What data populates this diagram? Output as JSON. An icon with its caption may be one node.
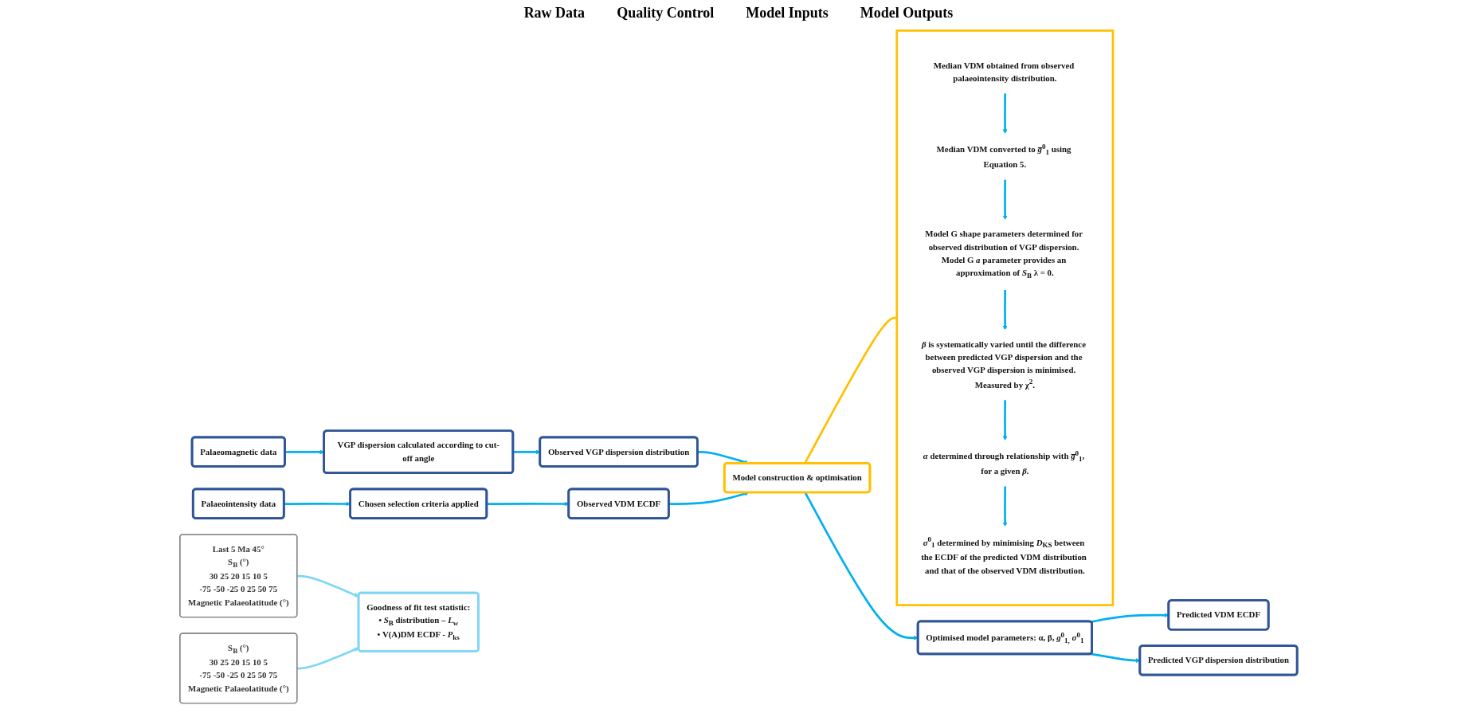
{
  "diagram": {
    "nodes": [
      {
        "text": [
          "Palaeomagnetic data"
        ]
      },
      {
        "text": [
          "VGP dispersion calculated according to cut-off angle"
        ]
      },
      {
        "text": [
          "Observed VGP dispersion distribution"
        ]
      },
      {
        "text": [
          "Palaeointensity data"
        ]
      },
      {
        "text": [
          "Chosen selection criteria applied"
        ]
      },
      {
        "text": [
          "Observed VDM ECDF"
        ]
      },
      {
        "text": [
          "Last 5 Ma 45°",
          "S$_{B}$ (°)",
          "30 25 20 15 10 5",
          "-75 -50 -25 0 25 50 75",
          "Magnetic Palaeolatitude (°)"
        ]
      },
      {
        "text": [
          "Model construction & optimisation"
        ]
      },
      {
        "text": [],
        "shape": "box"
      },
      {
        "text": [
          "Median VDM obtained from observed palaeointensity distribution."
        ],
        "in": 8
      },
      {
        "text": [
          "Median VDM converted to *g̅*$^{0}$$_{1}$ using Equation 5."
        ],
        "in": 8
      },
      {
        "text": [
          "Model G shape parameters determined for observed distribution of VGP dispersion. Model G *a* parameter provides an approximation of *S*$_{B}$ λ = 0."
        ],
        "in": 8
      },
      {
        "text": [
          "*β* is systematically varied until the difference between predicted VGP dispersion and the observed VGP dispersion is minimised. Measured by χ$^{2}$."
        ],
        "in": 8
      },
      {
        "text": [
          "*α* determined through relationship with *g̅*$^{0}$$_{1}$, for a given *β*."
        ],
        "in": 8
      },
      {
        "text": [
          "*σ*$^{0}$$_{1}$ determined by minimising *D*$_{KS}$ between the ECDF of the predicted VDM distribution and that of the observed VDM distribution."
        ],
        "in": 8
      },
      {
        "text": [
          "Predicted VDM ECDF"
        ]
      },
      {
        "text": [
          "Optimised model parameters: α, β, *g*$^{0}$$_{1,}$ *σ*$^{0}$$_{1}$"
        ]
      },
      {
        "text": [
          "Predicted VGP dispersion distribution"
        ]
      },
      {
        "text": [
          "S$_{B}$ (°)",
          "30 25 20 15 10 5",
          "-75 -50 -25 0 25 50 75",
          "Magnetic Palaeolatitude (°)"
        ]
      },
      {
        "text": [
          "Goodness of fit test statistic:",
          "• *S*$_{B}$ distribution – *L*$_{w}$",
          "• V(A)DM ECDF - *P*$_{ks}$"
        ]
      }
    ],
    "edges": [
      {
        "from": 0,
        "to": 1,
        "arrow": "to"
      },
      {
        "from": 1,
        "to": 2,
        "arrow": "to"
      },
      {
        "from": 3,
        "to": 4,
        "arrow": "to"
      },
      {
        "from": 4,
        "to": 5,
        "arrow": "to"
      },
      {
        "from": 2,
        "to": 7,
        "arrow": "to"
      },
      {
        "from": 5,
        "to": 7,
        "arrow": "to"
      },
      {
        "from": 6,
        "to": 19,
        "arrow": "to",
        "color": "#7fd6f5"
      },
      {
        "from": 7,
        "to": 8,
        "arrow": "none",
        "color": "#ffc000"
      },
      {
        "from": 9,
        "to": 10,
        "arrow": "to"
      },
      {
        "from": 10,
        "to": 11,
        "arrow": "to"
      },
      {
        "from": 11,
        "to": 12,
        "arrow": "to"
      },
      {
        "from": 12,
        "to": 13,
        "arrow": "to"
      },
      {
        "from": 13,
        "to": 14,
        "arrow": "to"
      },
      {
        "from": 7,
        "to": 16,
        "arrow": "to"
      },
      {
        "from": 16,
        "to": 15,
        "arrow": "to"
      },
      {
        "from": 16,
        "to": 17,
        "arrow": "to"
      },
      {
        "from": 18,
        "to": 19,
        "arrow": "to",
        "color": "#7fd6f5"
      }
    ],
    "labels": [
      "Raw Data",
      "Quality Control",
      "Model Inputs",
      "Model Outputs"
    ]
  }
}
